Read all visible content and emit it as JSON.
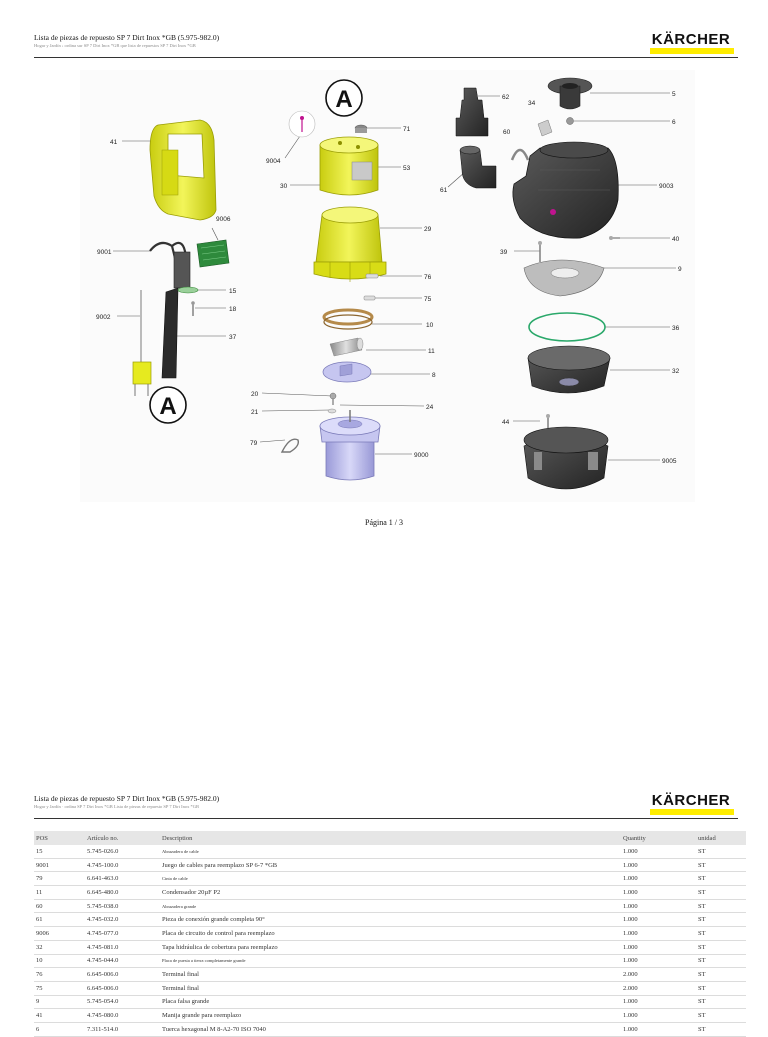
{
  "page1": {
    "title": "Lista de piezas de repuesto SP 7 Dirt Inox *GB (5.975-982.0)",
    "breadcrumb": "Hogar y Jardín › ordina sur SP 7 Dirt Inox *GB que lista de repuestos SP 7 Dirt Inox *GB",
    "brand": "KÄRCHER",
    "pager": "Página 1 / 3"
  },
  "page2": {
    "title": "Lista de piezas de repuesto SP 7 Dirt Inox *GB (5.975-982.0)",
    "breadcrumb": "Hogar y Jardín · ordina SP 7 Dirt Inox *GB Lista de piezas de repuesto SP 7 Dirt Inox *GB",
    "brand": "KÄRCHER"
  },
  "drawing": {
    "labels": {
      "a_top": "A",
      "a_left": "A",
      "p41": "41",
      "p9006": "9006",
      "p9001": "9001",
      "p15": "15",
      "p18": "18",
      "p9002": "9002",
      "p37": "37",
      "p71": "71",
      "p9004": "9004",
      "p53": "53",
      "p30": "30",
      "p29": "29",
      "p76": "76",
      "p75": "75",
      "p10": "10",
      "p11": "11",
      "p8": "8",
      "p20": "20",
      "p21": "21",
      "p24": "24",
      "p79": "79",
      "p9000": "9000",
      "p62": "62",
      "p34": "34",
      "p5": "5",
      "p6": "6",
      "p60": "60",
      "p61": "61",
      "p9003": "9003",
      "p39": "39",
      "p40": "40",
      "p9": "9",
      "p36": "36",
      "p32": "32",
      "p44": "44",
      "p9005": "9005"
    }
  },
  "table": {
    "headers": [
      "POS",
      "Artículo no.",
      "Description",
      "Quantity",
      "unidad"
    ],
    "rows": [
      {
        "pos": "15",
        "art": "5.745-026.0",
        "desc": "Abrazadera de cable",
        "qty": "1.000",
        "unit": "ST"
      },
      {
        "pos": "9001",
        "art": "4.745-100.0",
        "desc": "Juego de cables para reemplazo SP 6-7 *GB",
        "qty": "1.000",
        "unit": "ST"
      },
      {
        "pos": "79",
        "art": "6.641-463.0",
        "desc": "Cinta de cable",
        "qty": "1.000",
        "unit": "ST"
      },
      {
        "pos": "11",
        "art": "6.645-480.0",
        "desc": "Condensador 20µF P2",
        "qty": "1.000",
        "unit": "ST"
      },
      {
        "pos": "60",
        "art": "5.745-038.0",
        "desc": "Abrazadera grande",
        "qty": "1.000",
        "unit": "ST"
      },
      {
        "pos": "61",
        "art": "4.745-032.0",
        "desc": "Pieza de conexión grande completa 90°",
        "qty": "1.000",
        "unit": "ST"
      },
      {
        "pos": "9006",
        "art": "4.745-077.0",
        "desc": "Placa de circuito de control para reemplazo",
        "qty": "1.000",
        "unit": "ST"
      },
      {
        "pos": "32",
        "art": "4.745-081.0",
        "desc": "Tapa hidráulica de cobertura para reemplazo",
        "qty": "1.000",
        "unit": "ST"
      },
      {
        "pos": "10",
        "art": "4.745-044.0",
        "desc": "Placa de puesta a tierra completamente grande",
        "qty": "1.000",
        "unit": "ST"
      },
      {
        "pos": "76",
        "art": "6.645-006.0",
        "desc": "Terminal final",
        "qty": "2.000",
        "unit": "ST"
      },
      {
        "pos": "75",
        "art": "6.645-006.0",
        "desc": "Terminal final",
        "qty": "2.000",
        "unit": "ST"
      },
      {
        "pos": "9",
        "art": "5.745-054.0",
        "desc": "Placa falsa grande",
        "qty": "1.000",
        "unit": "ST"
      },
      {
        "pos": "41",
        "art": "4.745-080.0",
        "desc": "Manija grande para reemplazo",
        "qty": "1.000",
        "unit": "ST"
      },
      {
        "pos": "6",
        "art": "7.311-514.0",
        "desc": "Tuerca hexagonal M 8-A2-70 ISO 7040",
        "qty": "1.000",
        "unit": "ST"
      }
    ]
  },
  "colors": {
    "brand_yellow": "#ffed00",
    "part_yellow": "#e6ea1f",
    "part_lavender": "#b8b8ee",
    "part_dark": "#3a3a3a",
    "seal_green": "#2aa86a"
  }
}
